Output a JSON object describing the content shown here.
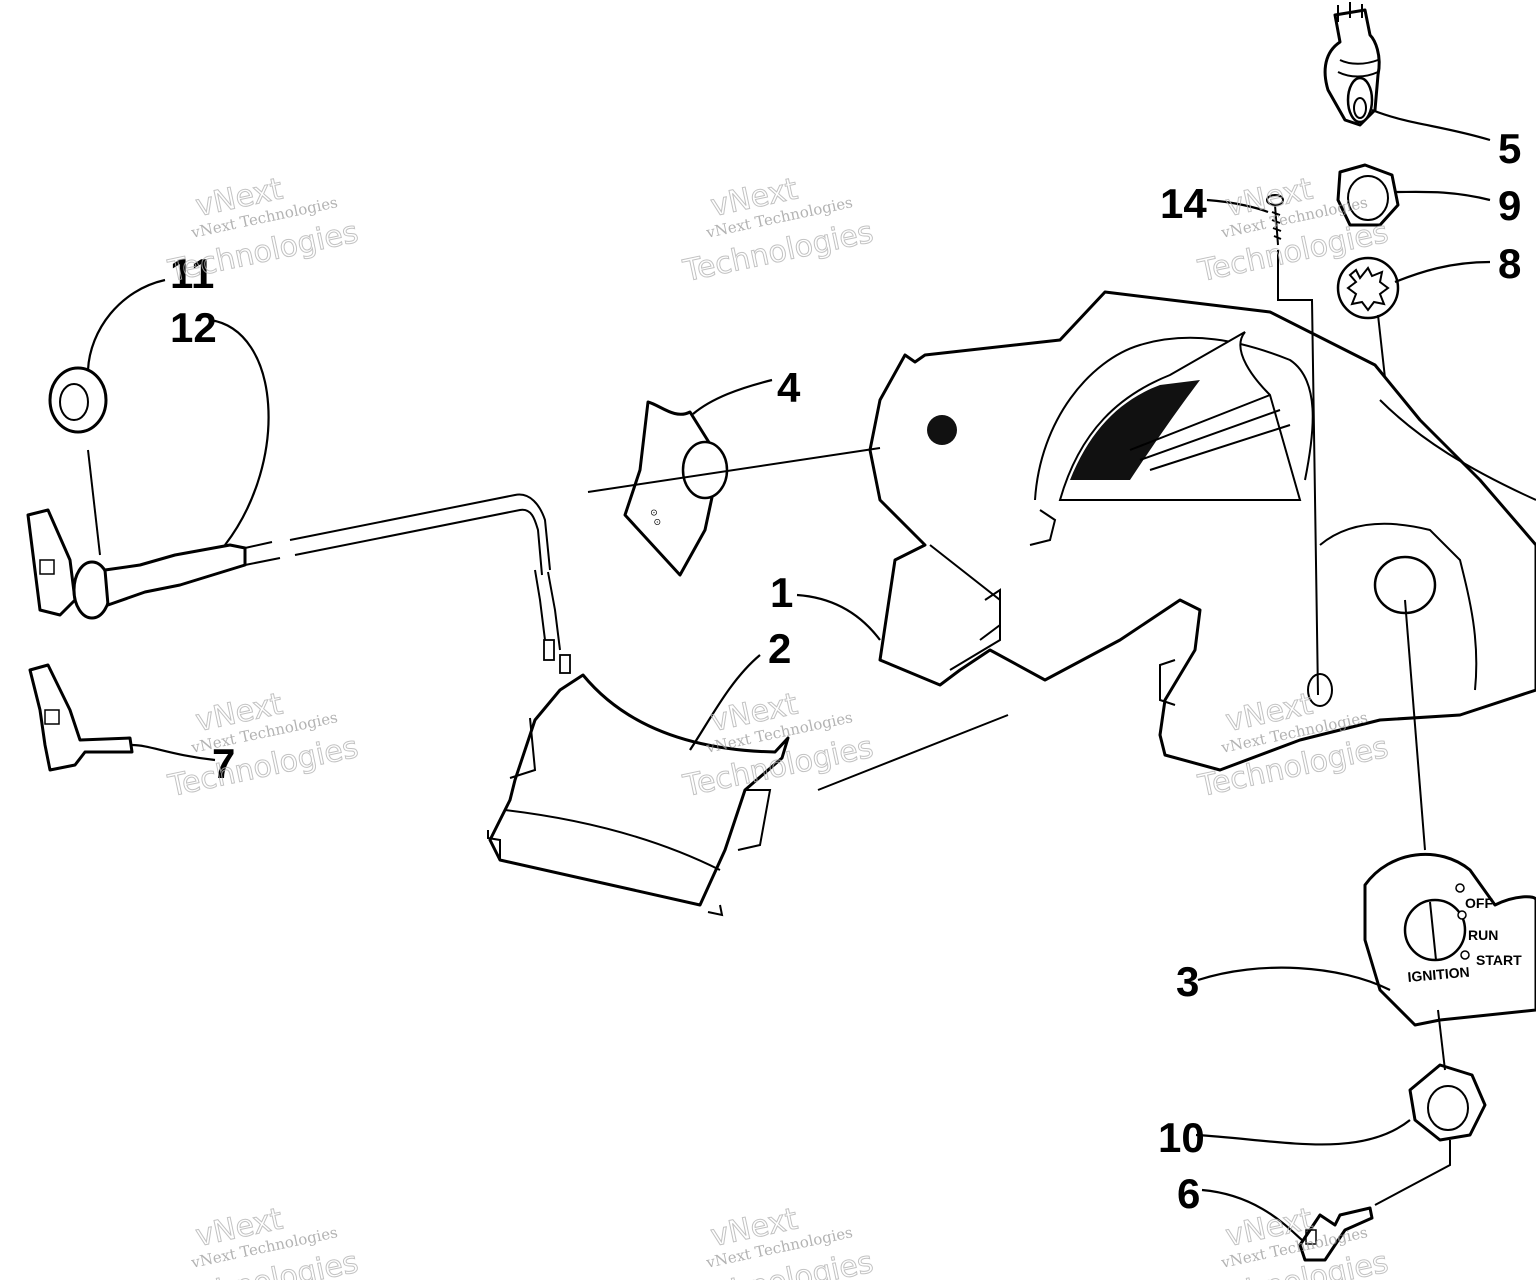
{
  "callouts": [
    {
      "label": "1"
    },
    {
      "label": "2"
    },
    {
      "label": "3"
    },
    {
      "label": "4"
    },
    {
      "label": "5"
    },
    {
      "label": "6"
    },
    {
      "label": "7"
    },
    {
      "label": "8"
    },
    {
      "label": "9"
    },
    {
      "label": "10"
    },
    {
      "label": "11"
    },
    {
      "label": "12"
    },
    {
      "label": "14"
    }
  ],
  "ignition_dial": {
    "off": "OFF",
    "run": "RUN",
    "start": "START",
    "ignition": "IGNITION"
  },
  "watermark": {
    "line1": "vNext",
    "line2": "vNext Technologies",
    "line3": "Technologies"
  }
}
